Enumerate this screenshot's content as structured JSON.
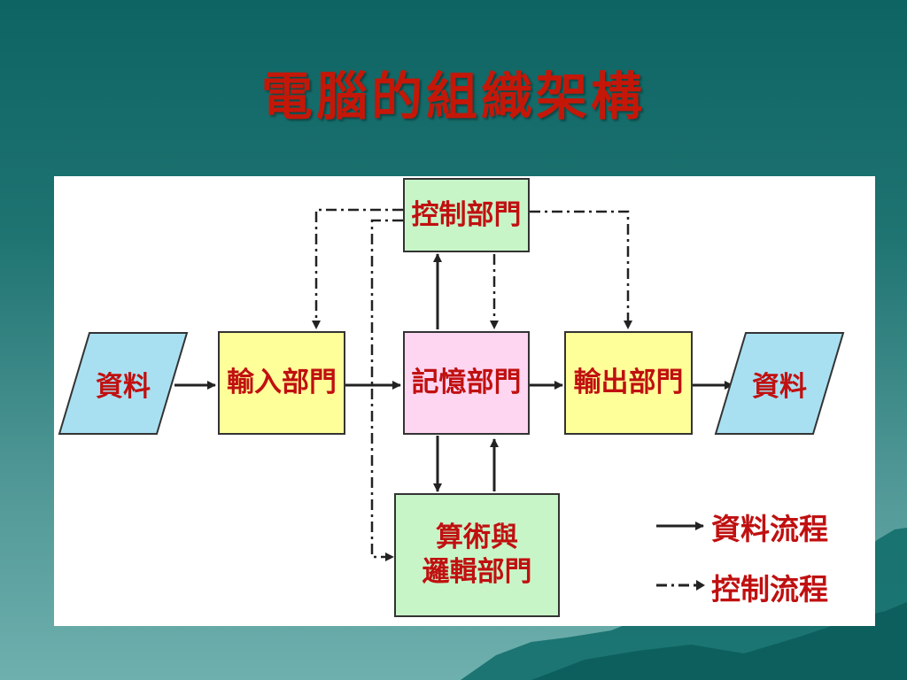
{
  "title": "電腦的組織架構",
  "diagram": {
    "input_data": "資料",
    "output_data": "資料",
    "input_unit": "輸入部門",
    "control_unit": "控制部門",
    "memory_unit": "記憶部門",
    "output_unit": "輸出部門",
    "alu_line1": "算術與",
    "alu_line2": "邏輯部門"
  },
  "legend": {
    "data_flow": "資料流程",
    "control_flow": "控制流程"
  },
  "colors": {
    "title": "#c51708",
    "box_text": "#c01010",
    "yellow_box": "#ffff99",
    "green_box": "#c8f5c8",
    "pink_box": "#ffd6f2",
    "data_parallelogram": "#a8e0f2"
  }
}
